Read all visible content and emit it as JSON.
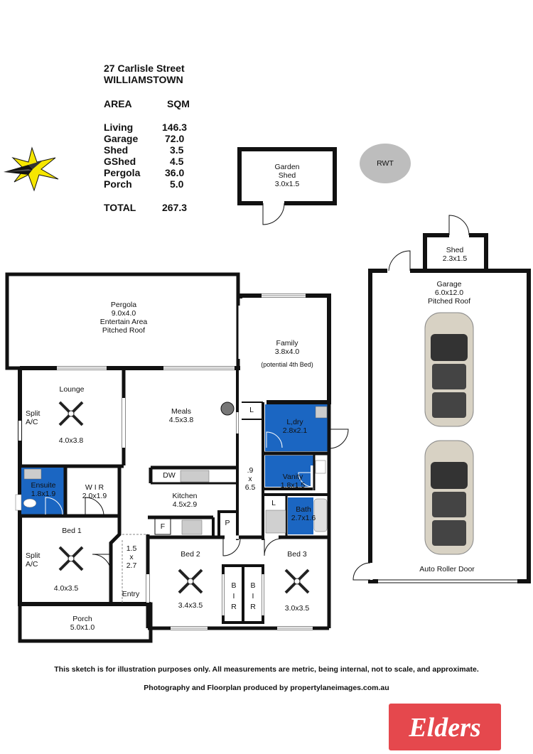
{
  "address": {
    "line1": "27 Carlisle Street",
    "line2": "WILLIAMSTOWN"
  },
  "area_table": {
    "headers": [
      "AREA",
      "SQM"
    ],
    "rows": [
      [
        "Living",
        "146.3"
      ],
      [
        "Garage",
        "72.0"
      ],
      [
        "Shed",
        "3.5"
      ],
      [
        "GShed",
        "4.5"
      ],
      [
        "Pergola",
        "36.0"
      ],
      [
        "Porch",
        "5.0"
      ]
    ],
    "total": [
      "TOTAL",
      "267.3"
    ]
  },
  "rooms": {
    "garden_shed": [
      "Garden",
      "Shed",
      "3.0x1.5"
    ],
    "rwt": "RWT",
    "shed": [
      "Shed",
      "2.3x1.5"
    ],
    "garage": [
      "Garage",
      "6.0x12.0",
      "Pitched Roof"
    ],
    "auto_door": "Auto Roller Door",
    "pergola": [
      "Pergola",
      "9.0x4.0",
      "Entertain Area",
      "Pitched Roof"
    ],
    "family": [
      "Family",
      "3.8x4.0"
    ],
    "family_note": "(potential 4th Bed)",
    "lounge": [
      "Lounge"
    ],
    "lounge_dim": "4.0x3.8",
    "split_ac": [
      "Split",
      "A/C"
    ],
    "meals": [
      "Meals",
      "4.5x3.8"
    ],
    "laundry": [
      "L,dry",
      "2.8x2.1"
    ],
    "vanity": [
      "Vanity",
      "1.8x1.5"
    ],
    "bath": [
      "Bath",
      "2.7x1.6"
    ],
    "ensuite": [
      "Ensuite",
      "1.8x1.9"
    ],
    "wir": [
      "W I R",
      "2.0x1.9"
    ],
    "kitchen": [
      "Kitchen",
      "4.5x2.9"
    ],
    "dw": "DW",
    "f": "F",
    "p": "P",
    "l": "L",
    "hall1": [
      ".9",
      "x",
      "6.5"
    ],
    "hall2": [
      "1.5",
      "x",
      "2.7"
    ],
    "bed1": [
      "Bed 1"
    ],
    "bed1_dim": "4.0x3.5",
    "bed2": [
      "Bed 2"
    ],
    "bed2_dim": "3.4x3.5",
    "bed3": [
      "Bed 3"
    ],
    "bed3_dim": "3.0x3.5",
    "bir": [
      "B",
      "I",
      "R"
    ],
    "entry": "Entry",
    "porch": [
      "Porch",
      "5.0x1.0"
    ]
  },
  "footer": {
    "disclaimer": "This sketch is for illustration purposes only.  All measurements are metric, being internal, not to scale, and approximate.",
    "credit": "Photography and Floorplan produced by propertylaneimages.com.au"
  },
  "logo_text": "Elders",
  "colors": {
    "wet_area": "#1b66c2",
    "logo": "#e5484d",
    "wall": "#111111"
  }
}
